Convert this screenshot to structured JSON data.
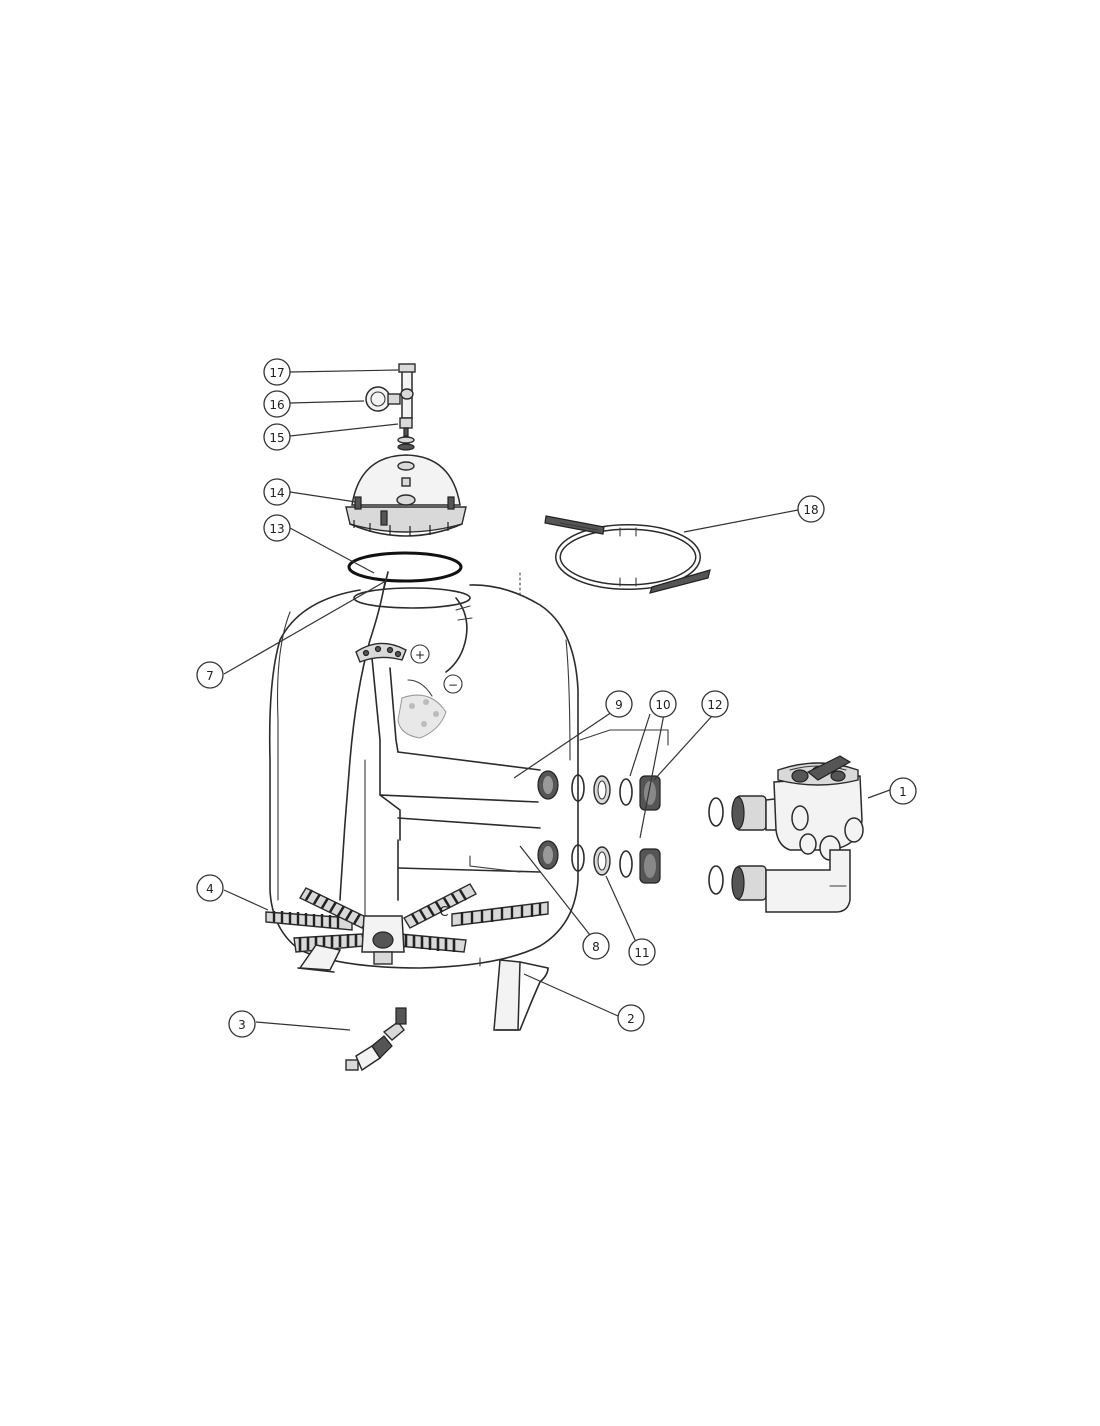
{
  "diagram": {
    "callouts": [
      {
        "id": "c17",
        "label": "17"
      },
      {
        "id": "c16",
        "label": "16"
      },
      {
        "id": "c15",
        "label": "15"
      },
      {
        "id": "c14",
        "label": "14"
      },
      {
        "id": "c13",
        "label": "13"
      },
      {
        "id": "c18",
        "label": "18"
      },
      {
        "id": "c7",
        "label": "7"
      },
      {
        "id": "c9",
        "label": "9"
      },
      {
        "id": "c10",
        "label": "10"
      },
      {
        "id": "c12",
        "label": "12"
      },
      {
        "id": "c1",
        "label": "1"
      },
      {
        "id": "c4",
        "label": "4"
      },
      {
        "id": "c8",
        "label": "8"
      },
      {
        "id": "c11",
        "label": "11"
      },
      {
        "id": "c2",
        "label": "2"
      },
      {
        "id": "c3",
        "label": "3"
      }
    ],
    "symbols": {
      "plus": "+",
      "minus": "−",
      "lateral_c": "C"
    }
  }
}
